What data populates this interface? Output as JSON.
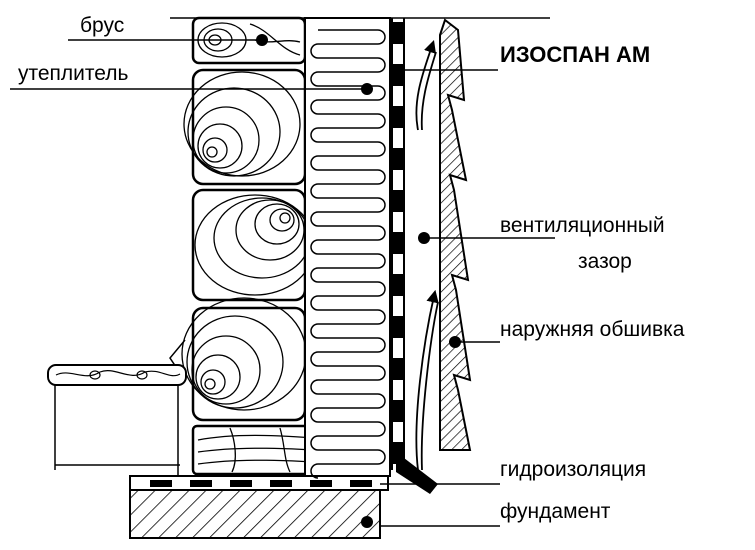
{
  "labels": {
    "timber": "брус",
    "insulation": "утеплитель",
    "membrane": "ИЗОСПАН  АМ",
    "vent_gap_1": "вентиляционный",
    "vent_gap_2": "зазор",
    "cladding": "наружняя обшивка",
    "waterproofing": "гидроизоляция",
    "foundation": "фундамент"
  }
}
